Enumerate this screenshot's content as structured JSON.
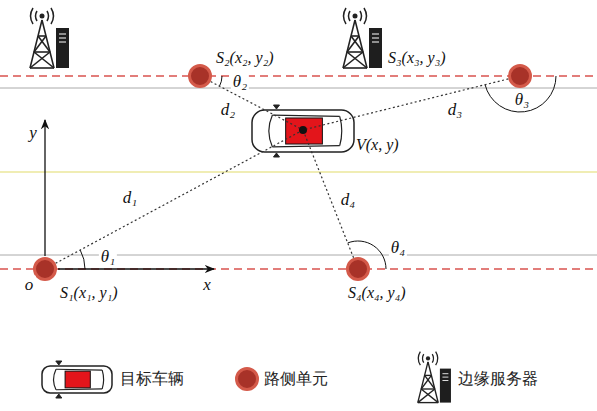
{
  "diagram": {
    "nodes": [
      {
        "text": [
          "S₂(x₂, y₂)"
        ]
      },
      {
        "text": [
          "S₃(x₃, y₃)"
        ]
      },
      {
        "text": [
          "V(x, y)"
        ]
      },
      {
        "text": [
          "S₁(x₁, y₁)"
        ]
      },
      {
        "text": [
          "S₄(x₄, y₄)"
        ]
      }
    ],
    "edges": [
      {
        "from": 3,
        "to": 2,
        "arrow": "none",
        "label": "d₁"
      },
      {
        "from": 0,
        "to": 2,
        "arrow": "none",
        "label": "d₂"
      },
      {
        "from": 1,
        "to": 2,
        "arrow": "none",
        "label": "d₃"
      },
      {
        "from": 4,
        "to": 2,
        "arrow": "none",
        "label": "d₄"
      }
    ],
    "labels": [
      "y",
      "θ₁",
      "θ₂",
      "θ₃",
      "θ₄",
      "o",
      "x"
    ],
    "legend": [
      {
        "text": "目标车辆"
      },
      {
        "text": "路侧单元"
      },
      {
        "text": "边缘服务器"
      }
    ]
  }
}
